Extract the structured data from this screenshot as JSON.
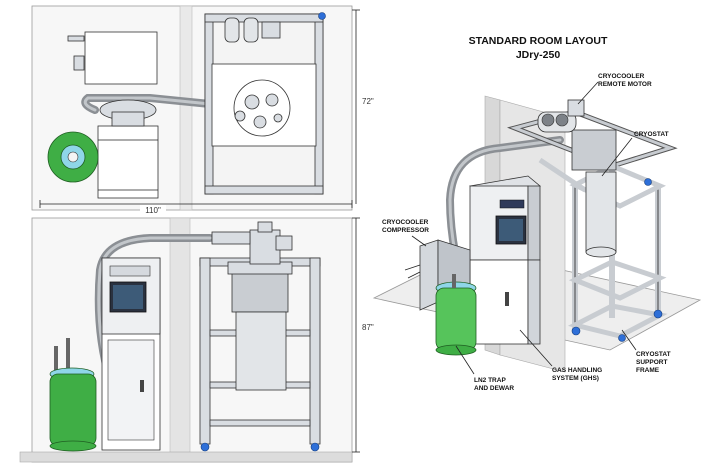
{
  "title": {
    "line1": "STANDARD ROOM LAYOUT",
    "line2": "JDry-250"
  },
  "dimensions": {
    "width": "110\"",
    "height_top": "72\"",
    "height_bottom": "87\""
  },
  "callouts": {
    "remote_motor": [
      "CRYOCOOLER",
      "REMOTE MOTOR"
    ],
    "cryostat": [
      "CRYOSTAT"
    ],
    "compressor": [
      "CRYOCOOLER",
      "COMPRESSOR"
    ],
    "ln2_trap": [
      "LN2 TRAP",
      "AND DEWAR"
    ],
    "ghs": [
      "GAS HANDLING",
      "SYSTEM (GHS)"
    ],
    "support_frame": [
      "CRYOSTAT",
      "SUPPORT",
      "FRAME"
    ]
  },
  "colors": {
    "dewar": "#3fae45",
    "frame_feet": "#2e6fd8",
    "hose": "#8b8f94"
  }
}
